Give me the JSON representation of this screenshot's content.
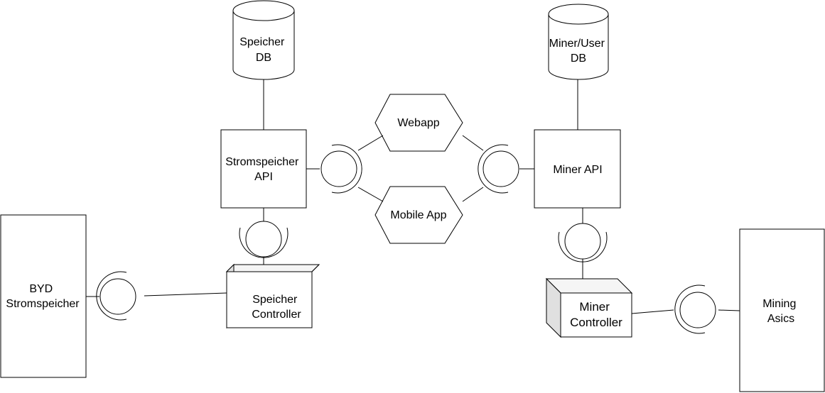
{
  "diagram": {
    "nodes": {
      "speicher_db": [
        "Speicher",
        "DB"
      ],
      "miner_user_db": [
        "Miner/User",
        "DB"
      ],
      "stromspeicher_api": [
        "Stromspeicher",
        "API"
      ],
      "miner_api": [
        "Miner API"
      ],
      "webapp": [
        "Webapp"
      ],
      "mobile_app": [
        "Mobile App"
      ],
      "byd_stromspeicher": [
        "BYD",
        "Stromspeicher"
      ],
      "speicher_controller": [
        "Speicher",
        "Controller"
      ],
      "miner_controller": [
        "Miner",
        "Controller"
      ],
      "mining_asics": [
        "Mining",
        "Asics"
      ]
    }
  }
}
